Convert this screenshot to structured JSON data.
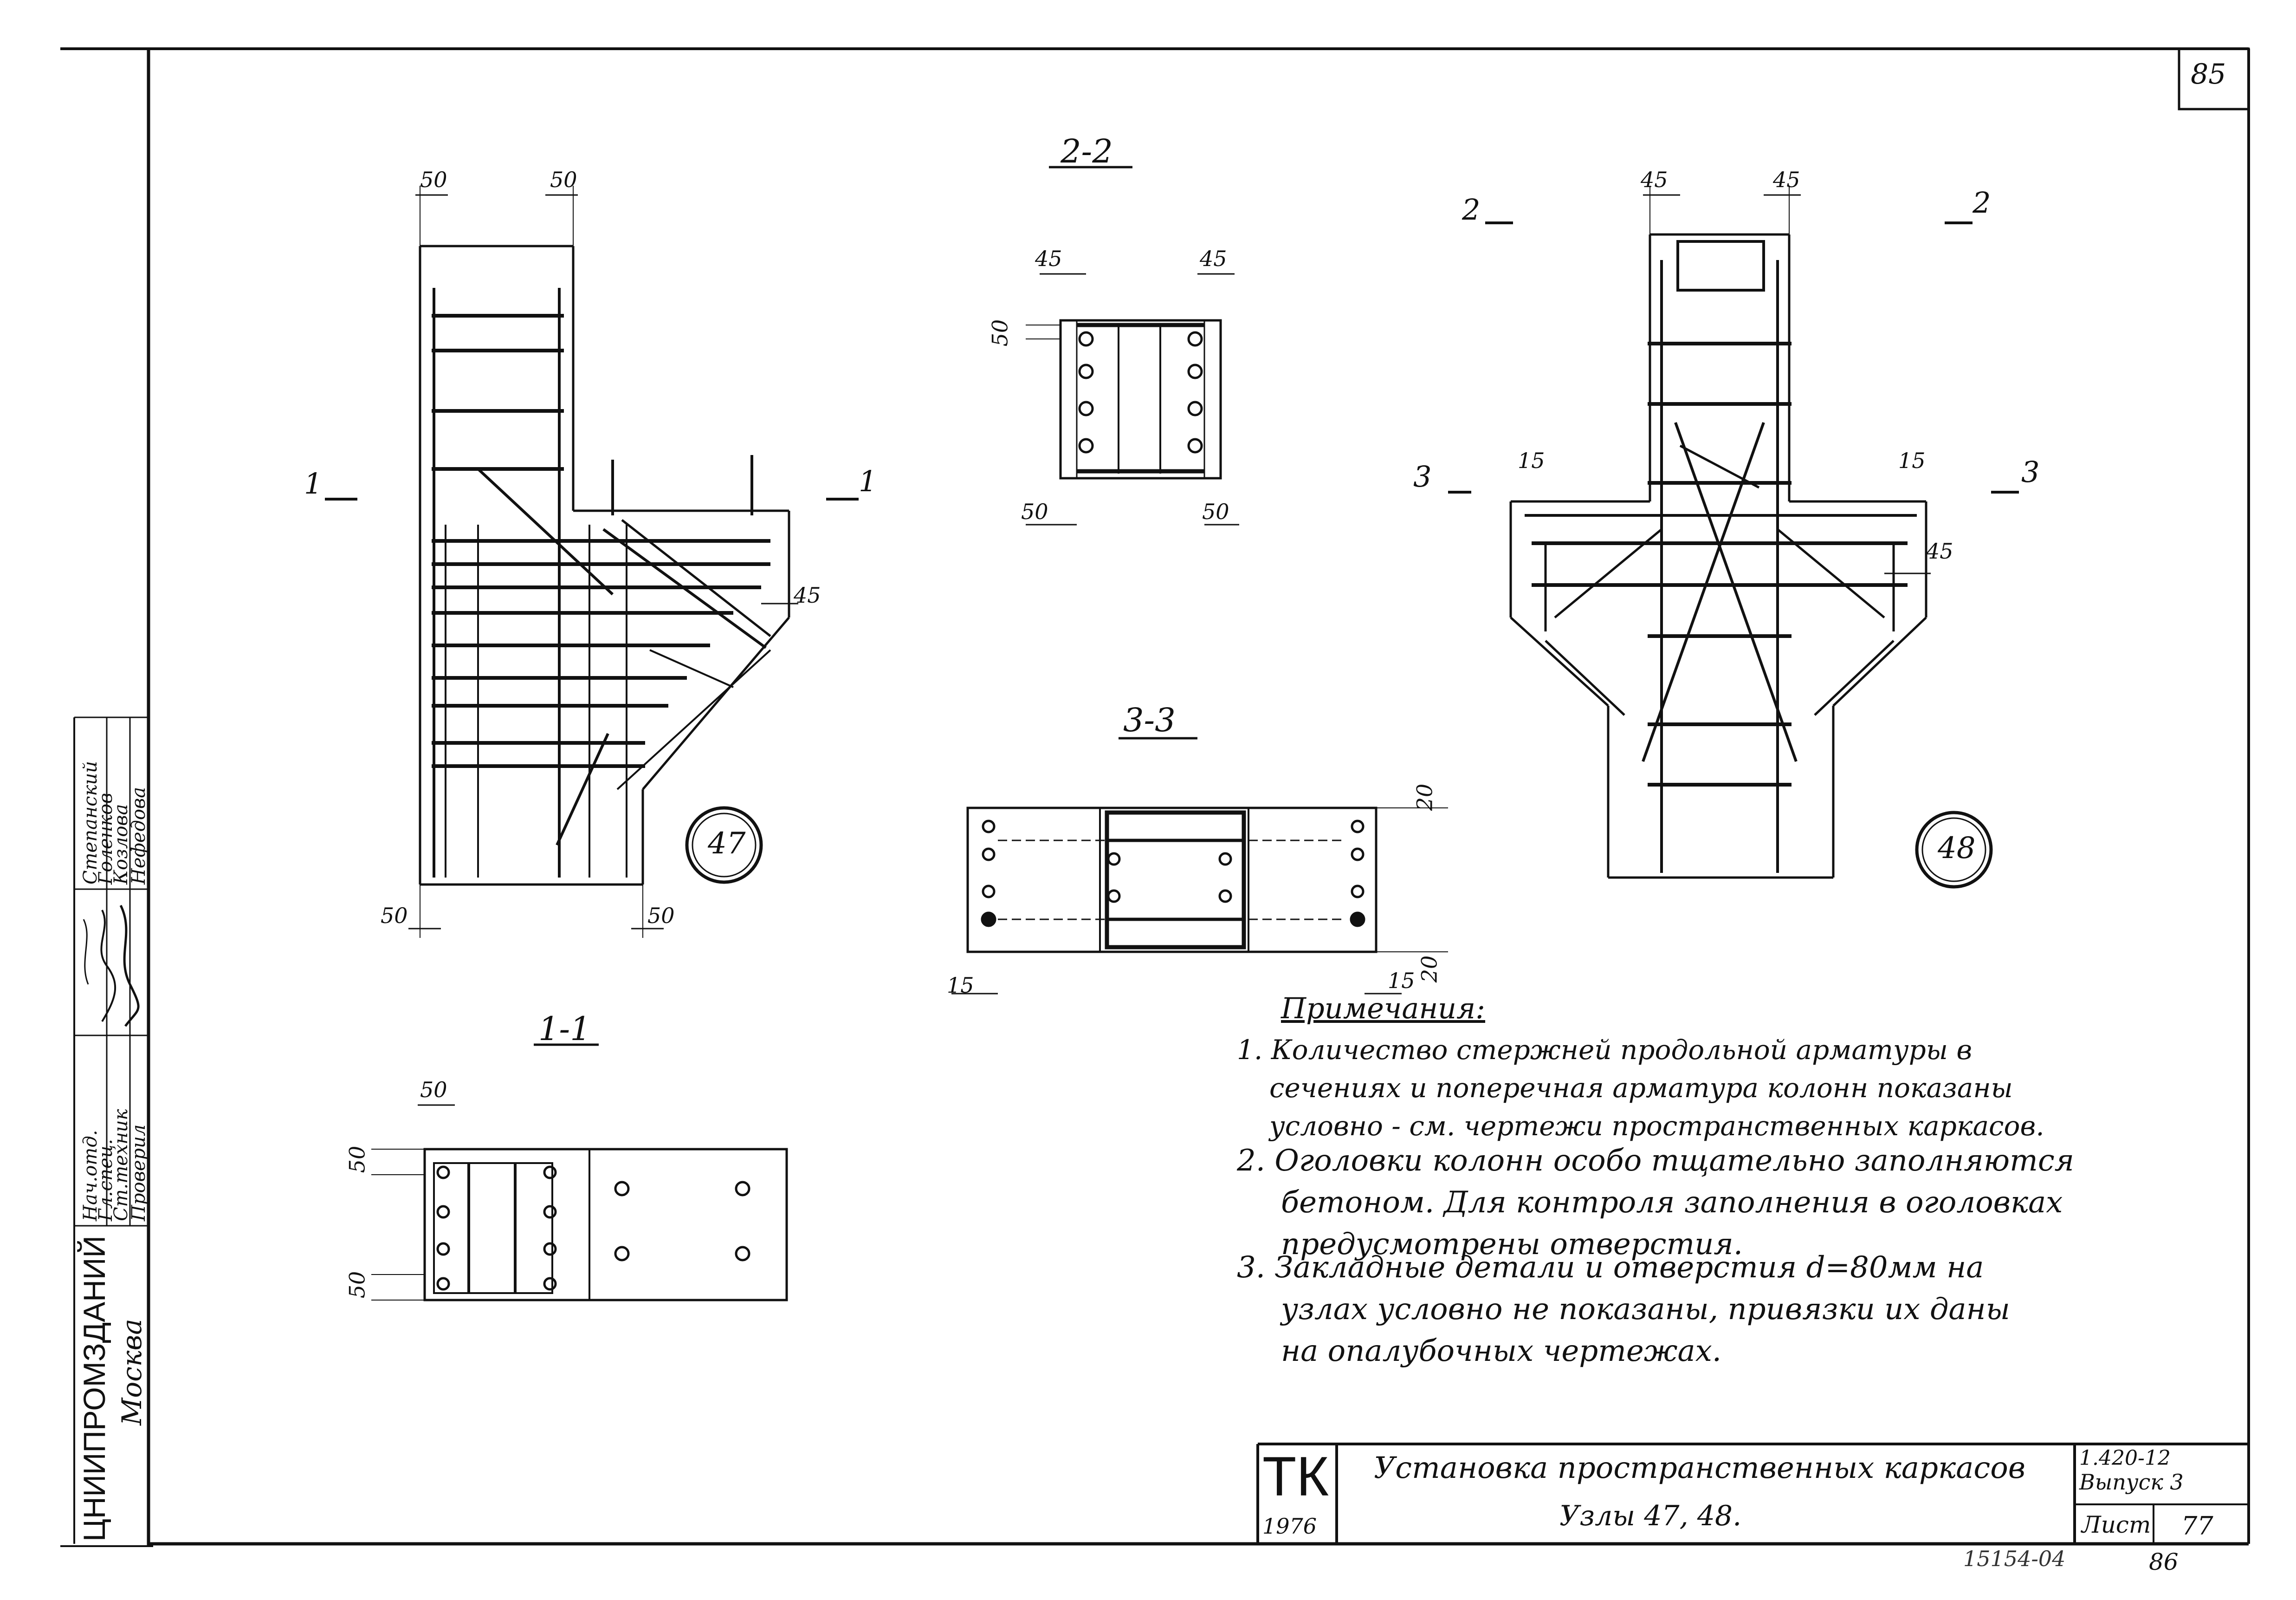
{
  "sheet": {
    "page_number": "85",
    "bottom_code": "15154-04",
    "bottom_page": "86"
  },
  "sections": {
    "s22": "2-2",
    "s33": "3-3",
    "s11": "1-1"
  },
  "markers": {
    "m1_left": "1",
    "m1_right": "1",
    "m2_left": "2",
    "m2_right": "2",
    "m3_left": "3",
    "m3_right": "3"
  },
  "nodes": {
    "n47": "47",
    "n48": "48"
  },
  "dimensions": {
    "d50": "50",
    "d45": "45",
    "d15": "15",
    "d20": "20"
  },
  "notes": {
    "title": "Примечания:",
    "n1_num": "1.",
    "n1_l1": "Количество стержней продольной арматуры в",
    "n1_l2": "сечениях и поперечная арматура колонн показаны",
    "n1_l3": "условно - см. чертежи пространственных каркасов.",
    "n2_num": "2.",
    "n2_l1": "Оголовки колонн особо тщательно заполняются",
    "n2_l2": "бетоном. Для контроля заполнения в оголовках",
    "n2_l3": "предусмотрены отверстия.",
    "n3_num": "3.",
    "n3_l1": "Закладные детали и отверстия d=80мм на",
    "n3_l2": "узлах условно не показаны, привязки их даны",
    "n3_l3": "на опалубочных чертежах."
  },
  "title_block": {
    "tk": "ТК",
    "year": "1976",
    "title_line1": "Установка пространственных каркасов",
    "title_line2": "Узлы 47, 48.",
    "series": "1.420-12",
    "issue": "Выпуск 3",
    "sheet_label": "Лист",
    "sheet_number": "77"
  },
  "stamp": {
    "org": "ЦНИИПРОМЗДАНИЙ",
    "city": "Москва",
    "roles": [
      "Нач.отд.",
      "Гл.спец.",
      "Ст.техник",
      "Проверил"
    ],
    "names": [
      "Степанский",
      "Голенков",
      "Козлова",
      "Нефедова"
    ]
  }
}
